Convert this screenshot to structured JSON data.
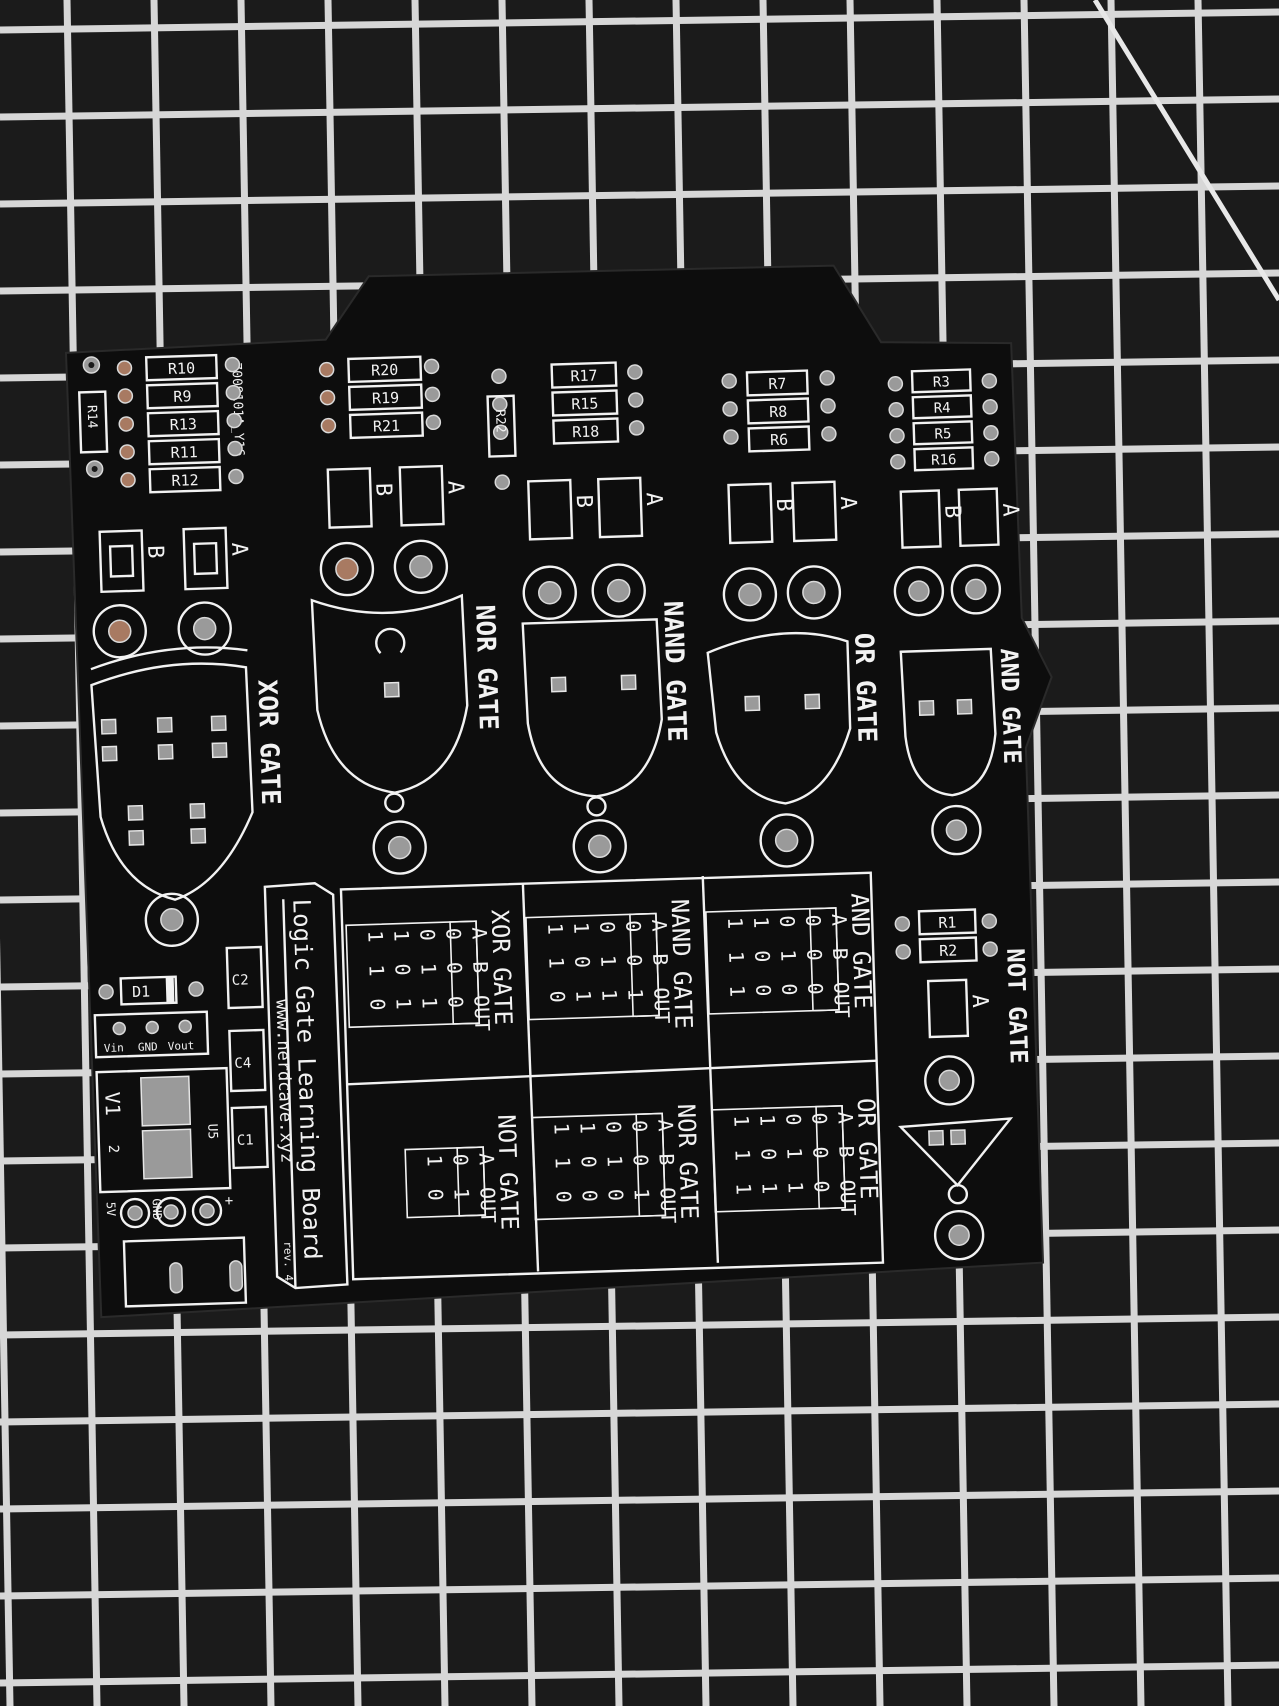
{
  "board": {
    "title": "Logic Gate Learning Board",
    "website": "www.nerdcave.xyz",
    "revision": "rev. 4",
    "serial": "7009101A_Y16",
    "colors": {
      "board": "#0d0d0d",
      "silk": "#f2f2f2",
      "pad": "#9a9a9a",
      "copper": "#a87a62",
      "mat": "#1b1b1b",
      "mat_grid": "#e8e8e8"
    }
  },
  "gates": {
    "xor": {
      "label": "XOR GATE",
      "input_a": "A",
      "input_b": "B",
      "resistors": [
        "R10",
        "R9",
        "R13",
        "R11",
        "R12",
        "R14"
      ]
    },
    "nor": {
      "label": "NOR GATE",
      "input_a": "A",
      "input_b": "B",
      "resistors": [
        "R20",
        "R19",
        "R21"
      ]
    },
    "nand": {
      "label": "NAND GATE",
      "input_a": "A",
      "input_b": "B",
      "resistors": [
        "R17",
        "R15",
        "R18",
        "R22"
      ]
    },
    "or": {
      "label": "OR GATE",
      "input_a": "A",
      "input_b": "B",
      "resistors": [
        "R7",
        "R8",
        "R6"
      ]
    },
    "and": {
      "label": "AND GATE",
      "input_a": "A",
      "input_b": "B",
      "resistors": [
        "R3",
        "R4",
        "R5",
        "R16"
      ]
    },
    "not": {
      "label": "NOT GATE",
      "input_a": "A",
      "resistors": [
        "R1",
        "R2"
      ]
    }
  },
  "power": {
    "components": [
      "D1",
      "C2",
      "C4",
      "C1",
      "U5"
    ],
    "regulator_pins": [
      "Vin",
      "GND",
      "Vout"
    ],
    "headers": [
      "5V",
      "GND",
      "+"
    ],
    "marks": [
      "V1",
      "2"
    ]
  },
  "truth_tables": {
    "headers": [
      "A",
      "B",
      "OUT"
    ],
    "not_headers": [
      "A",
      "OUT"
    ],
    "and": {
      "title": "AND GATE",
      "rows": [
        [
          "0",
          "0",
          "0"
        ],
        [
          "0",
          "1",
          "0"
        ],
        [
          "1",
          "0",
          "0"
        ],
        [
          "1",
          "1",
          "1"
        ]
      ]
    },
    "nand": {
      "title": "NAND GATE",
      "rows": [
        [
          "0",
          "0",
          "1"
        ],
        [
          "0",
          "1",
          "1"
        ],
        [
          "1",
          "0",
          "1"
        ],
        [
          "1",
          "1",
          "0"
        ]
      ]
    },
    "xor": {
      "title": "XOR GATE",
      "rows": [
        [
          "0",
          "0",
          "0"
        ],
        [
          "0",
          "1",
          "1"
        ],
        [
          "1",
          "0",
          "1"
        ],
        [
          "1",
          "1",
          "0"
        ]
      ]
    },
    "or": {
      "title": "OR GATE",
      "rows": [
        [
          "0",
          "0",
          "0"
        ],
        [
          "0",
          "1",
          "1"
        ],
        [
          "1",
          "0",
          "1"
        ],
        [
          "1",
          "1",
          "1"
        ]
      ]
    },
    "nor": {
      "title": "NOR GATE",
      "rows": [
        [
          "0",
          "0",
          "1"
        ],
        [
          "0",
          "1",
          "0"
        ],
        [
          "1",
          "0",
          "0"
        ],
        [
          "1",
          "1",
          "0"
        ]
      ]
    },
    "not": {
      "title": "NOT GATE",
      "rows": [
        [
          "0",
          "1"
        ],
        [
          "1",
          "0"
        ]
      ]
    }
  }
}
